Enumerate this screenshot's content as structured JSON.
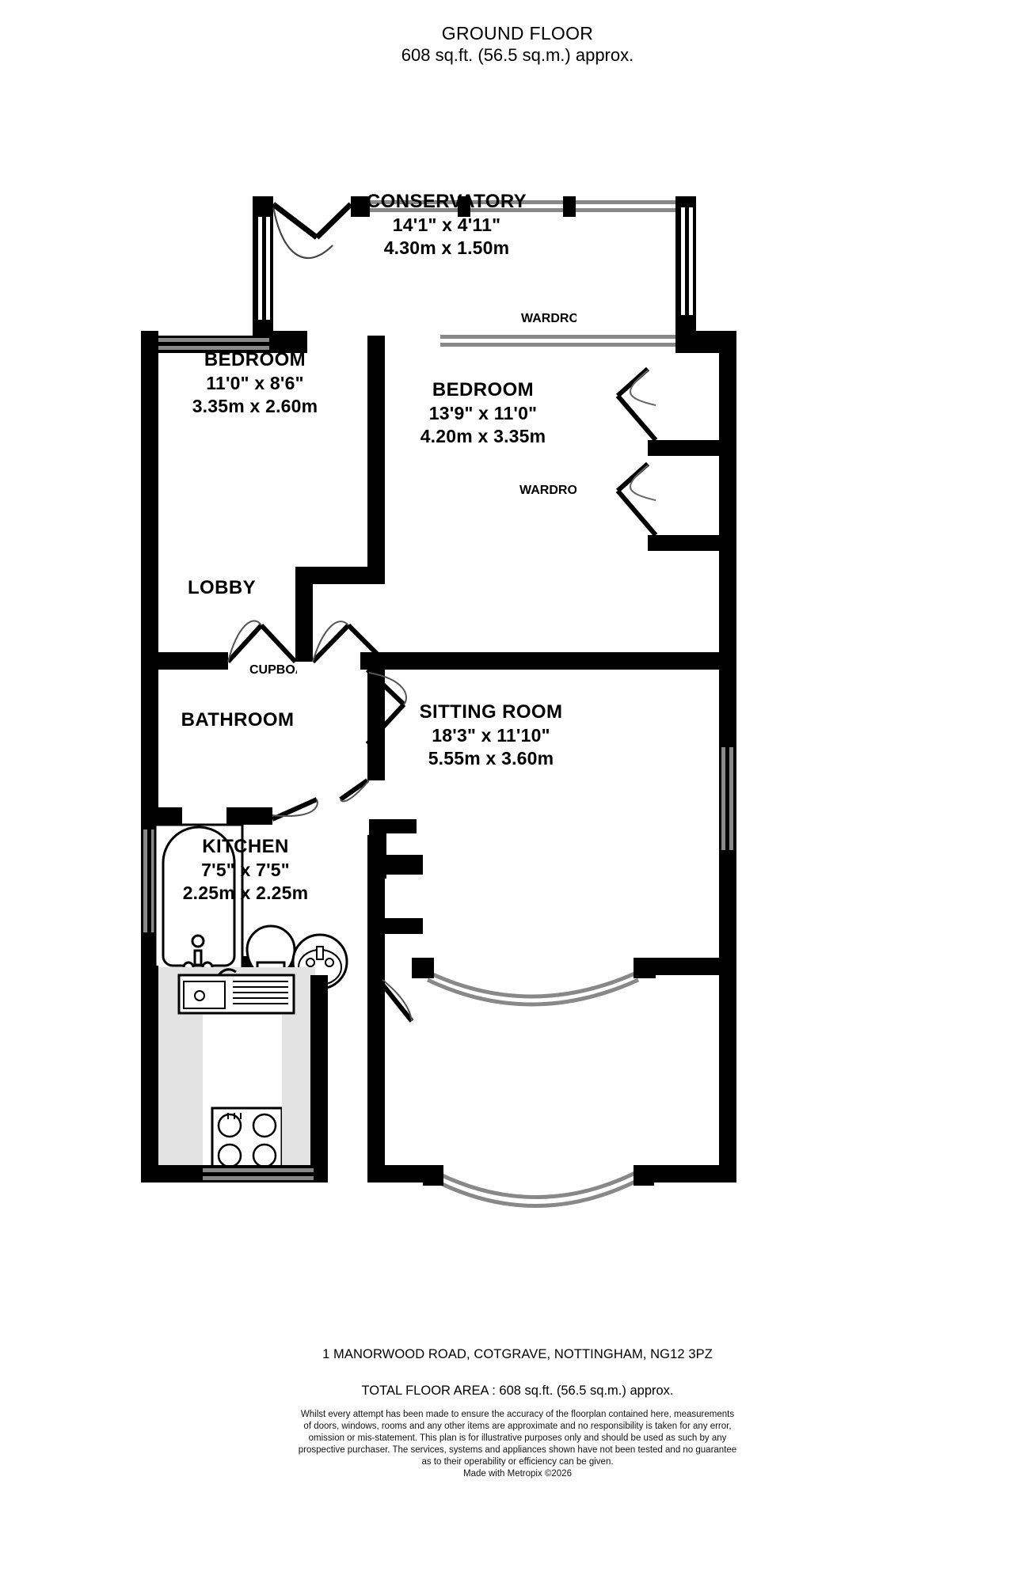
{
  "header": {
    "title": "GROUND FLOOR",
    "subtitle": "608 sq.ft. (56.5 sq.m.) approx."
  },
  "rooms": [
    {
      "key": "conservatory",
      "name": "CONSERVATORY",
      "dim_imperial": "14'1\"  x 4'11\"",
      "dim_metric": "4.30m  x 1.50m"
    },
    {
      "key": "bedroom_front",
      "name": "BEDROOM",
      "dim_imperial": "11'0\"  x 8'6\"",
      "dim_metric": "3.35m  x 2.60m"
    },
    {
      "key": "bedroom_main",
      "name": "BEDROOM",
      "dim_imperial": "13'9\"  x 11'0\"",
      "dim_metric": "4.20m  x 3.35m"
    },
    {
      "key": "sitting_room",
      "name": "SITTING ROOM",
      "dim_imperial": "18'3\"  x 11'10\"",
      "dim_metric": "5.55m  x 3.60m"
    },
    {
      "key": "kitchen",
      "name": "KITCHEN",
      "dim_imperial": "7'5\"  x 7'5\"",
      "dim_metric": "2.25m  x 2.25m"
    }
  ],
  "plain_rooms": [
    {
      "key": "lobby",
      "name": "LOBBY"
    },
    {
      "key": "bathroom",
      "name": "BATHROOM"
    }
  ],
  "annotations": [
    {
      "key": "wardrobe_upper",
      "text": "WARDROBE"
    },
    {
      "key": "wardrobe_lower",
      "text": "WARDROBE"
    },
    {
      "key": "cupboard",
      "text": "CUPBOARD"
    }
  ],
  "footer": {
    "address": "1 MANORWOOD ROAD, COTGRAVE, NOTTINGHAM, NG12 3PZ",
    "total_area": "TOTAL FLOOR AREA : 608 sq.ft. (56.5 sq.m.) approx.",
    "disclaimer_lines": [
      "Whilst every attempt has been made to ensure the accuracy of the floorplan contained here, measurements",
      "of doors, windows, rooms and any other items are approximate and no responsibility is taken for any error,",
      "omission or mis-statement. This plan is for illustrative purposes only and should be used as such by any",
      "prospective purchaser. The services, systems and appliances shown have not been tested and no guarantee",
      "as to their operability or efficiency can be given.",
      "Made with Metropix ©2026"
    ]
  },
  "colors": {
    "wall": "#000000",
    "background": "#ffffff",
    "fixture_fill": "#e3e3e3",
    "door_arc": "#555555"
  }
}
